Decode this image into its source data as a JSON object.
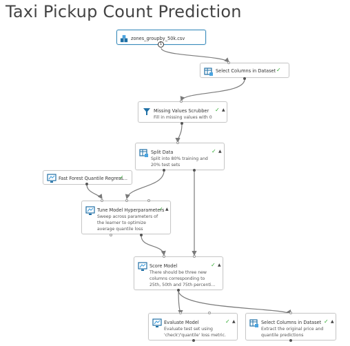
{
  "page": {
    "title": "Taxi Pickup Count Prediction"
  },
  "nodes": {
    "dataset": {
      "label": "zones_groupby_50k.csv",
      "badge": "1"
    },
    "select1": {
      "label": "Select Columns in Dataset",
      "status": "✓"
    },
    "missing": {
      "label": "Missing Values Scrubber",
      "desc": "Fill in missing values with 0",
      "status": "✓",
      "caret": "▲"
    },
    "split": {
      "label": "Split Data",
      "desc": "Split into 80% training and\n20% test sets",
      "status": "✓",
      "caret": "▲"
    },
    "forest": {
      "label": "Fast Forest Quantile Regress...",
      "status": "✓"
    },
    "tune": {
      "label": "Tune Model Hyperparameters",
      "desc": "Sweep across parameters of\nthe learner to optimize\naverage quantile loss",
      "status": "✓",
      "caret": "▲"
    },
    "score": {
      "label": "Score Model",
      "desc": "There should be three new\ncolumns corresponding to\n25th, 50th and 75th percenti...",
      "status": "✓",
      "caret": "▲"
    },
    "evaluate": {
      "label": "Evaluate Model",
      "desc": "Evaluate test set using\n'check'/'quantile' loss metric.",
      "status": "✓",
      "caret": "▲"
    },
    "select2": {
      "label": "Select Columns in Dataset",
      "desc": "Extract the original price and\nquantile predictions",
      "status": "✓",
      "caret": "▲"
    }
  },
  "colors": {
    "accent": "#3c8dbc",
    "success": "#2eaa2e",
    "wire": "#7a7a7a",
    "border": "#c8c8c8"
  },
  "icons": {
    "dataset": "dataset-icon",
    "transform": "table-transform-icon",
    "learner": "learner-icon"
  }
}
